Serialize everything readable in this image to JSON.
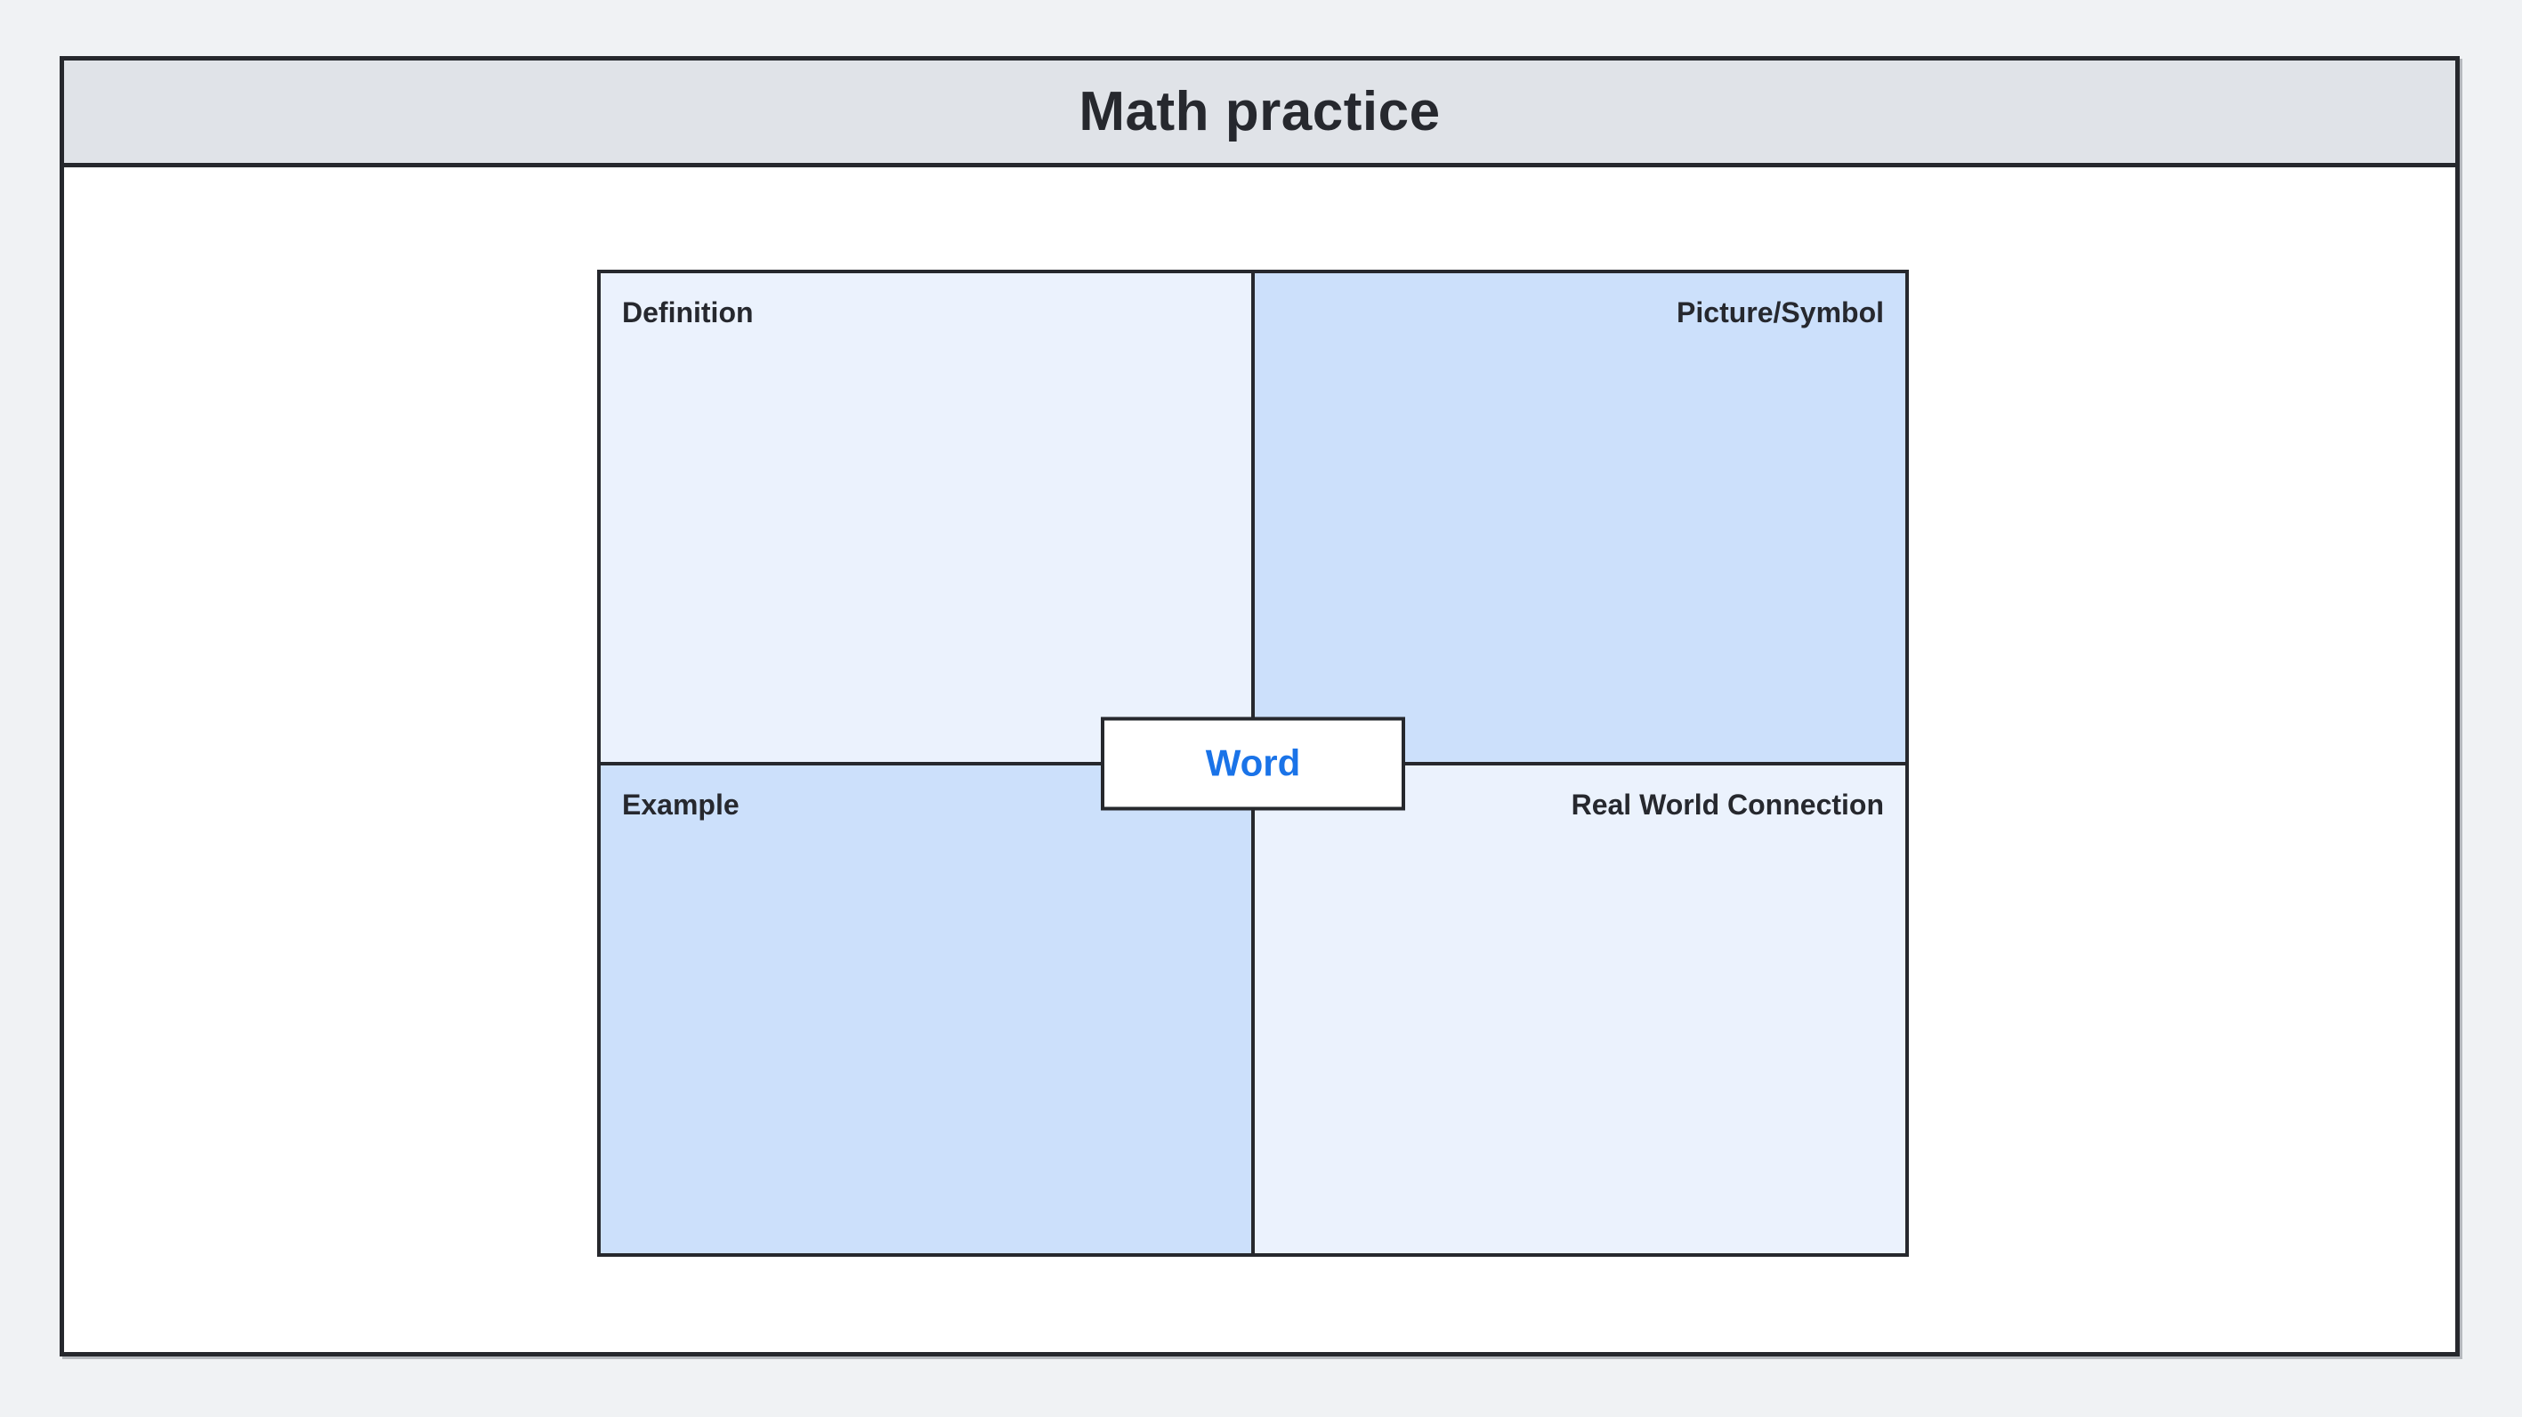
{
  "page": {
    "background_color": "#F0F2F4"
  },
  "worksheet": {
    "title": "Math practice",
    "colors": {
      "title_bar_bg": "#E0E3E8",
      "frame_border": "#26282D",
      "canvas_bg": "#FFFFFF",
      "quadrant_light_bg": "#EBF2FD",
      "quadrant_blue_bg": "#CCE0FB",
      "label_text": "#26282E",
      "word_text": "#1A73E8"
    },
    "quadrants": [
      {
        "id": "definition",
        "label": "Definition"
      },
      {
        "id": "picture-symbol",
        "label": "Picture/Symbol"
      },
      {
        "id": "example",
        "label": "Example"
      },
      {
        "id": "real-world-connection",
        "label": "Real World Connection"
      }
    ],
    "center_box": {
      "label": "Word"
    }
  }
}
